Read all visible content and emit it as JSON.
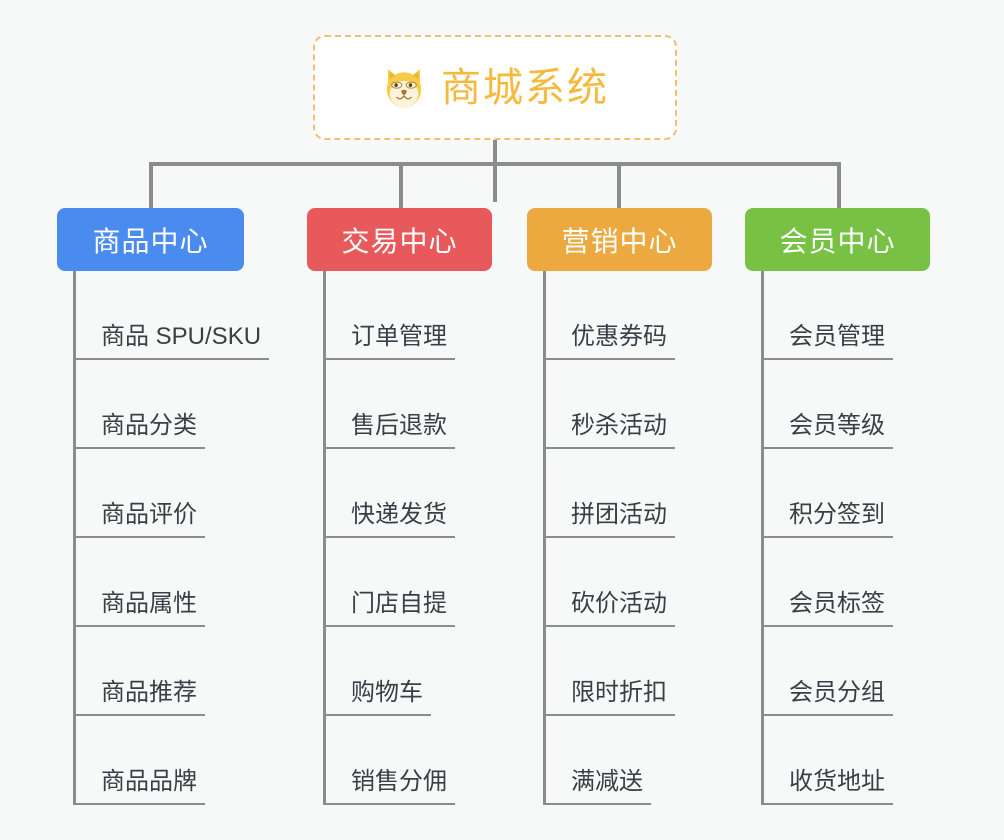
{
  "background_color": "#f7f8f8",
  "root": {
    "title": "商城系统",
    "icon": "shiba-dog-face-icon",
    "border_color": "#f0c070",
    "text_color": "#f5b93d",
    "background_color": "#ffffff"
  },
  "connector_color": "#8c8c8c",
  "categories": [
    {
      "label": "商品中心",
      "color": "#4a8bf0",
      "items": [
        "商品 SPU/SKU",
        "商品分类",
        "商品评价",
        "商品属性",
        "商品推荐",
        "商品品牌"
      ]
    },
    {
      "label": "交易中心",
      "color": "#e7595a",
      "items": [
        "订单管理",
        "售后退款",
        "快递发货",
        "门店自提",
        "购物车",
        "销售分佣"
      ]
    },
    {
      "label": "营销中心",
      "color": "#eba940",
      "items": [
        "优惠券码",
        "秒杀活动",
        "拼团活动",
        "砍价活动",
        "限时折扣",
        "满减送"
      ]
    },
    {
      "label": "会员中心",
      "color": "#77c245",
      "items": [
        "会员管理",
        "会员等级",
        "积分签到",
        "会员标签",
        "会员分组",
        "收货地址"
      ]
    }
  ]
}
